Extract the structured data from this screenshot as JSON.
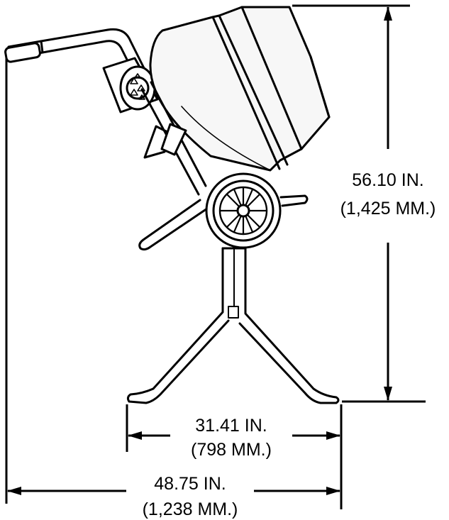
{
  "dimensions": {
    "height": {
      "imperial": "56.10 IN.",
      "metric": "(1,425 MM.)"
    },
    "leg_span": {
      "imperial": "31.41 IN.",
      "metric": "(798 MM.)"
    },
    "overall_length": {
      "imperial": "48.75 IN.",
      "metric": "(1,238 MM.)"
    }
  },
  "colors": {
    "line": "#000000",
    "drum_fill": "#f7f7f7",
    "background": "#ffffff"
  }
}
